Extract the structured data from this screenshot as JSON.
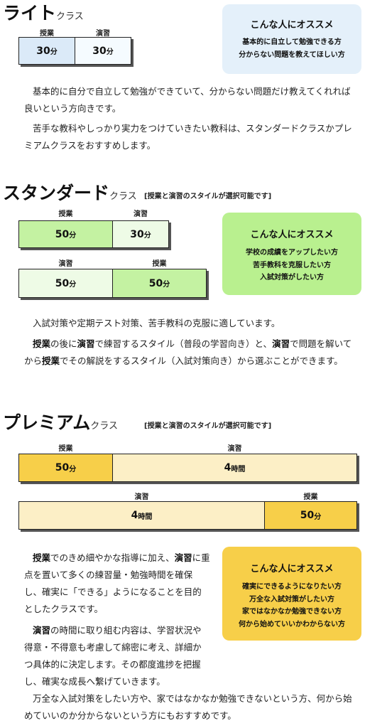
{
  "colors": {
    "light_study": "#dbeaf8",
    "light_practice": "#f5fbff",
    "standard_study": "#c4f2a2",
    "standard_practice": "#eefbe6",
    "premium_study": "#f7cf49",
    "premium_practice": "#fcefc6",
    "rec_light": "#e4f0fa",
    "rec_standard": "#b9f08f",
    "rec_premium": "#f7cf49"
  },
  "light": {
    "title": "ライト",
    "suffix": "クラス",
    "bar": {
      "study_label": "授業",
      "study_value": "30",
      "study_unit": "分",
      "practice_label": "演習",
      "practice_value": "30",
      "practice_unit": "分"
    },
    "rec": {
      "heading": "こんな人にオススメ",
      "lines": [
        "基本的に自立して勉強できる方",
        "分からない問題を教えてほしい方"
      ]
    },
    "paragraphs": [
      "基本的に自分で自立して勉強ができていて、分からない問題だけ教えてくれれば良いという方向きです。",
      "苦手な教科やしっかり実力をつけていきたい教科は、スタンダードクラスかプレミアムクラスをおすすめします。"
    ]
  },
  "standard": {
    "title": "スタンダード",
    "suffix": "クラス",
    "note": "[授業と演習のスタイルが選択可能です]",
    "bar1": {
      "study_label": "授業",
      "study_value": "50",
      "study_unit": "分",
      "practice_label": "演習",
      "practice_value": "30",
      "practice_unit": "分"
    },
    "bar2": {
      "practice_label": "演習",
      "practice_value": "50",
      "practice_unit": "分",
      "study_label": "授業",
      "study_value": "50",
      "study_unit": "分"
    },
    "rec": {
      "heading": "こんな人にオススメ",
      "lines": [
        "学校の成績をアップしたい方",
        "苦手教科を克服したい方",
        "入試対策がしたい方"
      ]
    },
    "para1": "入試対策や定期テスト対策、苦手教科の克服に適しています。",
    "para2": {
      "w1": "授業",
      "t1": "の後に",
      "w2": "演習",
      "t2": "で練習するスタイル（普段の学習向き）と、",
      "w3": "演習",
      "t3": "で問題を解いてから",
      "w4": "授業",
      "t4": "でその解説をするスタイル（入試対策向き）から選ぶことができます。"
    }
  },
  "premium": {
    "title": "プレミアム",
    "suffix": "クラス",
    "note": "[授業と演習のスタイルが選択可能です]",
    "bar1": {
      "study_label": "授業",
      "study_value": "50",
      "study_unit": "分",
      "practice_label": "演習",
      "practice_value": "4",
      "practice_unit": "時間"
    },
    "bar2": {
      "practice_label": "演習",
      "practice_value": "4",
      "practice_unit": "時間",
      "study_label": "授業",
      "study_value": "50",
      "study_unit": "分"
    },
    "rec": {
      "heading": "こんな人にオススメ",
      "lines": [
        "確実にできるようになりたい方",
        "万全な入試対策がしたい方",
        "家ではなかなか勉強できない方",
        "何から始めていいかわからない方"
      ]
    },
    "para1": {
      "w1": "授業",
      "t1": "でのきめ細やかな指導に加え、",
      "w2": "演習",
      "t2": "に重点を置いて多くの練習量・勉強時間を確保し、確実に「できる」ようになることを目的としたクラスです。"
    },
    "para2": {
      "w1": "演習",
      "t1": "の時間に取り組む内容は、学習状況や得意・不得意も考慮して綿密に考え、詳細かつ具体的に決定します。その都度進捗を把握し、確実な成長へ繋げていきます。"
    },
    "para3": "万全な入試対策をしたい方や、家ではなかなか勉強できないという方、何から始めていいのか分からないという方にもおすすめです。"
  }
}
